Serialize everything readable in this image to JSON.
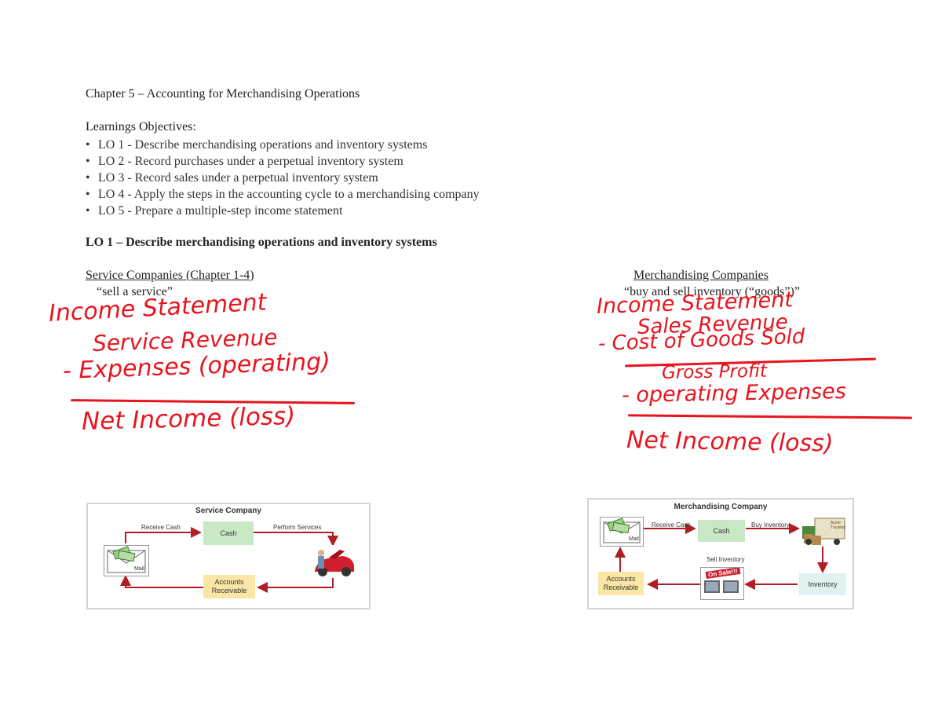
{
  "document": {
    "title": "Chapter 5 – Accounting for Merchandising Operations",
    "objectives_heading": "Learnings Objectives:",
    "objectives": [
      "LO 1 - Describe merchandising operations and inventory systems",
      "LO 2 - Record purchases under a perpetual inventory system",
      "LO 3 - Record sales under a perpetual inventory system",
      "LO 4 - Apply the steps in the accounting cycle to a merchandising company",
      "LO 5 - Prepare a multiple-step income statement"
    ],
    "section_heading": "LO 1 – Describe merchandising operations and inventory systems"
  },
  "service": {
    "heading": "Service Companies (Chapter 1-4)",
    "subtitle": "“sell a service”",
    "handwriting": {
      "line1": "Income Statement",
      "line2": "Service Revenue",
      "line3": "- Expenses (operating)",
      "line4": "Net Income (loss)"
    },
    "diagram": {
      "title": "Service Company",
      "receive_cash": "Receive Cash",
      "cash": "Cash",
      "perform_services": "Perform Services",
      "mail": "Mail",
      "accounts_receivable": "Accounts\nReceivable"
    }
  },
  "merchandising": {
    "heading": "Merchandising Companies",
    "subtitle": "“buy and sell inventory (“goods”)”",
    "handwriting": {
      "line1": "Income Statement",
      "line2": "Sales Revenue",
      "line3": "- Cost of Goods Sold",
      "line4": "Gross Profit",
      "line5": "- operating Expenses",
      "line6": "Net Income (loss)"
    },
    "diagram": {
      "title": "Merchandising Company",
      "receive_cash": "Receive Cash",
      "cash": "Cash",
      "buy_inventory": "Buy Inventory",
      "mail": "Mail",
      "sell_inventory": "Sell Inventory",
      "on_sale": "On Sale!!!",
      "truck_sign": "Acme Trucking",
      "accounts_receivable": "Accounts\nReceivable",
      "inventory": "Inventory"
    }
  },
  "colors": {
    "ink": "#e8141e",
    "arrow": "#b01d23",
    "cash_box": "#c9e8c6",
    "receivable_box": "#fbe6a6",
    "inventory_box": "#dff1f0"
  }
}
